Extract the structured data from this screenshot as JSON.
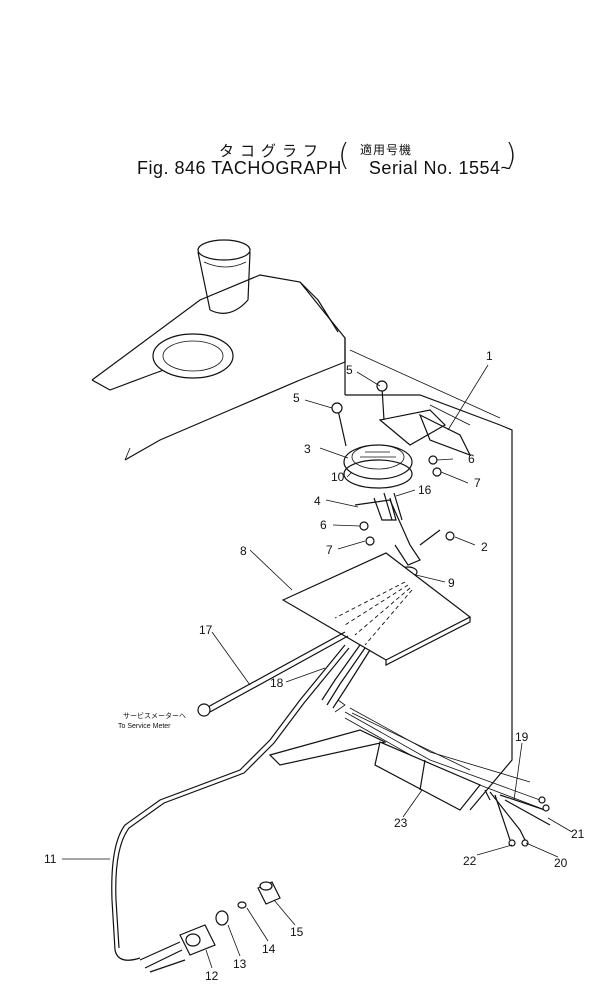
{
  "title": {
    "japanese": "タコグラフ",
    "japanese_serial": "適用号機",
    "english": "Fig. 846 TACHOGRAPH",
    "serial": "Serial No. 1554~"
  },
  "callouts": [
    {
      "id": "c1",
      "label": "1"
    },
    {
      "id": "c2",
      "label": "2"
    },
    {
      "id": "c3",
      "label": "3"
    },
    {
      "id": "c4",
      "label": "4"
    },
    {
      "id": "c5a",
      "label": "5"
    },
    {
      "id": "c5b",
      "label": "5"
    },
    {
      "id": "c6a",
      "label": "6"
    },
    {
      "id": "c6b",
      "label": "6"
    },
    {
      "id": "c7a",
      "label": "7"
    },
    {
      "id": "c7b",
      "label": "7"
    },
    {
      "id": "c8",
      "label": "8"
    },
    {
      "id": "c9",
      "label": "9"
    },
    {
      "id": "c10",
      "label": "10"
    },
    {
      "id": "c11",
      "label": "11"
    },
    {
      "id": "c12",
      "label": "12"
    },
    {
      "id": "c13",
      "label": "13"
    },
    {
      "id": "c14",
      "label": "14"
    },
    {
      "id": "c15",
      "label": "15"
    },
    {
      "id": "c16",
      "label": "16"
    },
    {
      "id": "c17",
      "label": "17"
    },
    {
      "id": "c18",
      "label": "18"
    },
    {
      "id": "c19",
      "label": "19"
    },
    {
      "id": "c20",
      "label": "20"
    },
    {
      "id": "c21",
      "label": "21"
    },
    {
      "id": "c22",
      "label": "22"
    },
    {
      "id": "c23",
      "label": "23"
    }
  ],
  "note": {
    "japanese": "サービスメーターへ",
    "english": "To Service Meter"
  }
}
